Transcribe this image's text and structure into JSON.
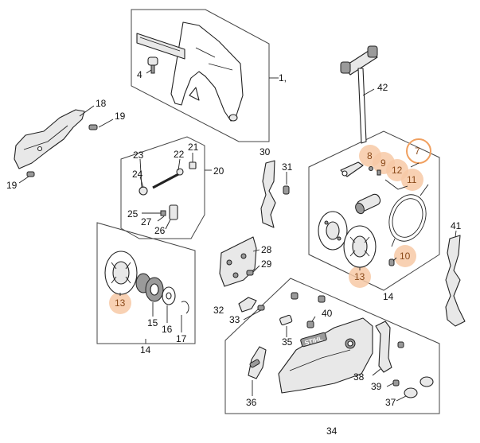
{
  "diagram": {
    "callouts": [
      {
        "id": "1",
        "text": "1,"
      },
      {
        "id": "4",
        "text": "4"
      },
      {
        "id": "7",
        "text": "7"
      },
      {
        "id": "8",
        "text": "8"
      },
      {
        "id": "9",
        "text": "9"
      },
      {
        "id": "10",
        "text": "10"
      },
      {
        "id": "11",
        "text": "11"
      },
      {
        "id": "12",
        "text": "12"
      },
      {
        "id": "13a",
        "text": "13"
      },
      {
        "id": "13b",
        "text": "13"
      },
      {
        "id": "14a",
        "text": "14"
      },
      {
        "id": "14b",
        "text": "14"
      },
      {
        "id": "15",
        "text": "15"
      },
      {
        "id": "16",
        "text": "16"
      },
      {
        "id": "17",
        "text": "17"
      },
      {
        "id": "18",
        "text": "18"
      },
      {
        "id": "19a",
        "text": "19"
      },
      {
        "id": "19b",
        "text": "19"
      },
      {
        "id": "20",
        "text": "20"
      },
      {
        "id": "21",
        "text": "21"
      },
      {
        "id": "22",
        "text": "22"
      },
      {
        "id": "23",
        "text": "23"
      },
      {
        "id": "24",
        "text": "24"
      },
      {
        "id": "25",
        "text": "25"
      },
      {
        "id": "26",
        "text": "26"
      },
      {
        "id": "27",
        "text": "27"
      },
      {
        "id": "28",
        "text": "28"
      },
      {
        "id": "29",
        "text": "29"
      },
      {
        "id": "30",
        "text": "30"
      },
      {
        "id": "31",
        "text": "31"
      },
      {
        "id": "32",
        "text": "32"
      },
      {
        "id": "33",
        "text": "33"
      },
      {
        "id": "34",
        "text": "34"
      },
      {
        "id": "35",
        "text": "35"
      },
      {
        "id": "36",
        "text": "36"
      },
      {
        "id": "37",
        "text": "37"
      },
      {
        "id": "38",
        "text": "38"
      },
      {
        "id": "39",
        "text": "39"
      },
      {
        "id": "40",
        "text": "40"
      },
      {
        "id": "41",
        "text": "41"
      },
      {
        "id": "42",
        "text": "42"
      }
    ],
    "cover_logo_text": "STIHL",
    "colors": {
      "highlight_fill": "#f7c9a6",
      "highlight_ring": "#f0a060",
      "line": "#222222"
    }
  }
}
